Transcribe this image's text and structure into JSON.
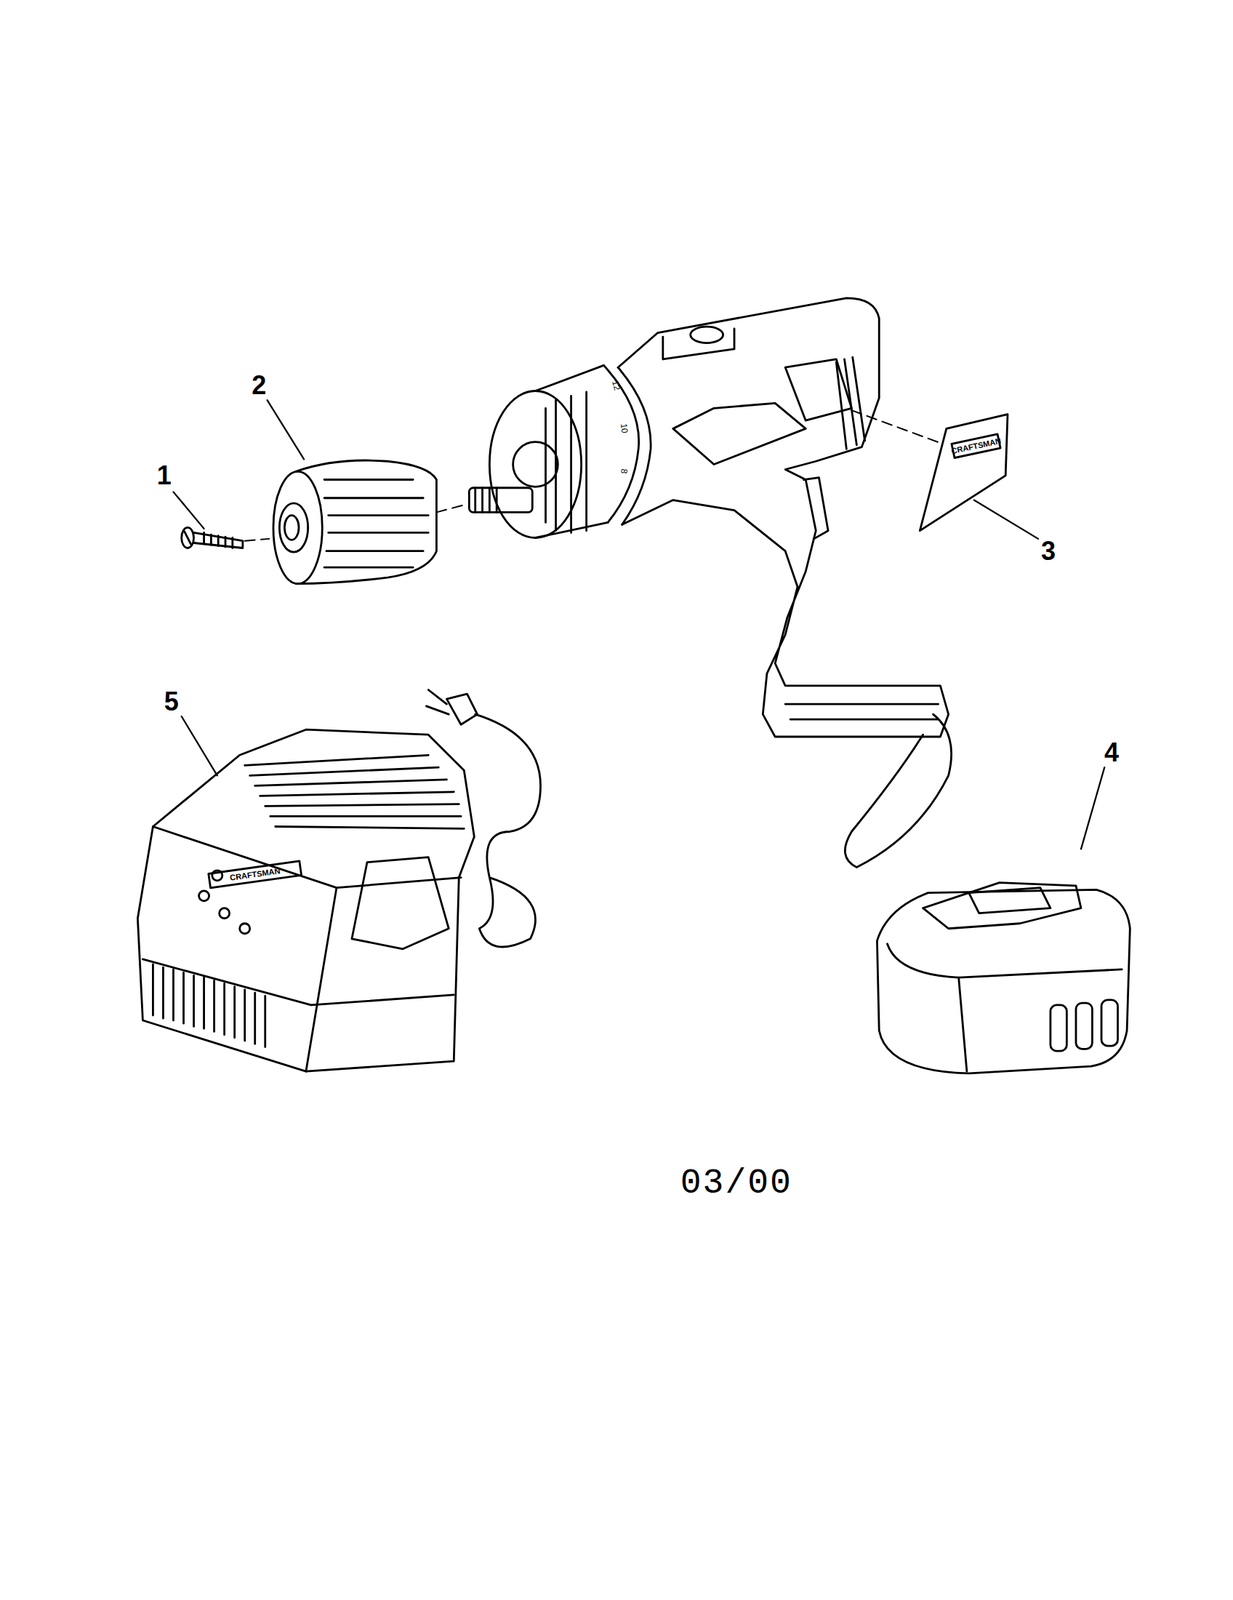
{
  "diagram": {
    "labels": [
      "1",
      "2",
      "3",
      "4",
      "5",
      "12",
      "10",
      "8",
      "CRAFTSMAN",
      "CRAFTSMAN",
      "03/00"
    ]
  }
}
